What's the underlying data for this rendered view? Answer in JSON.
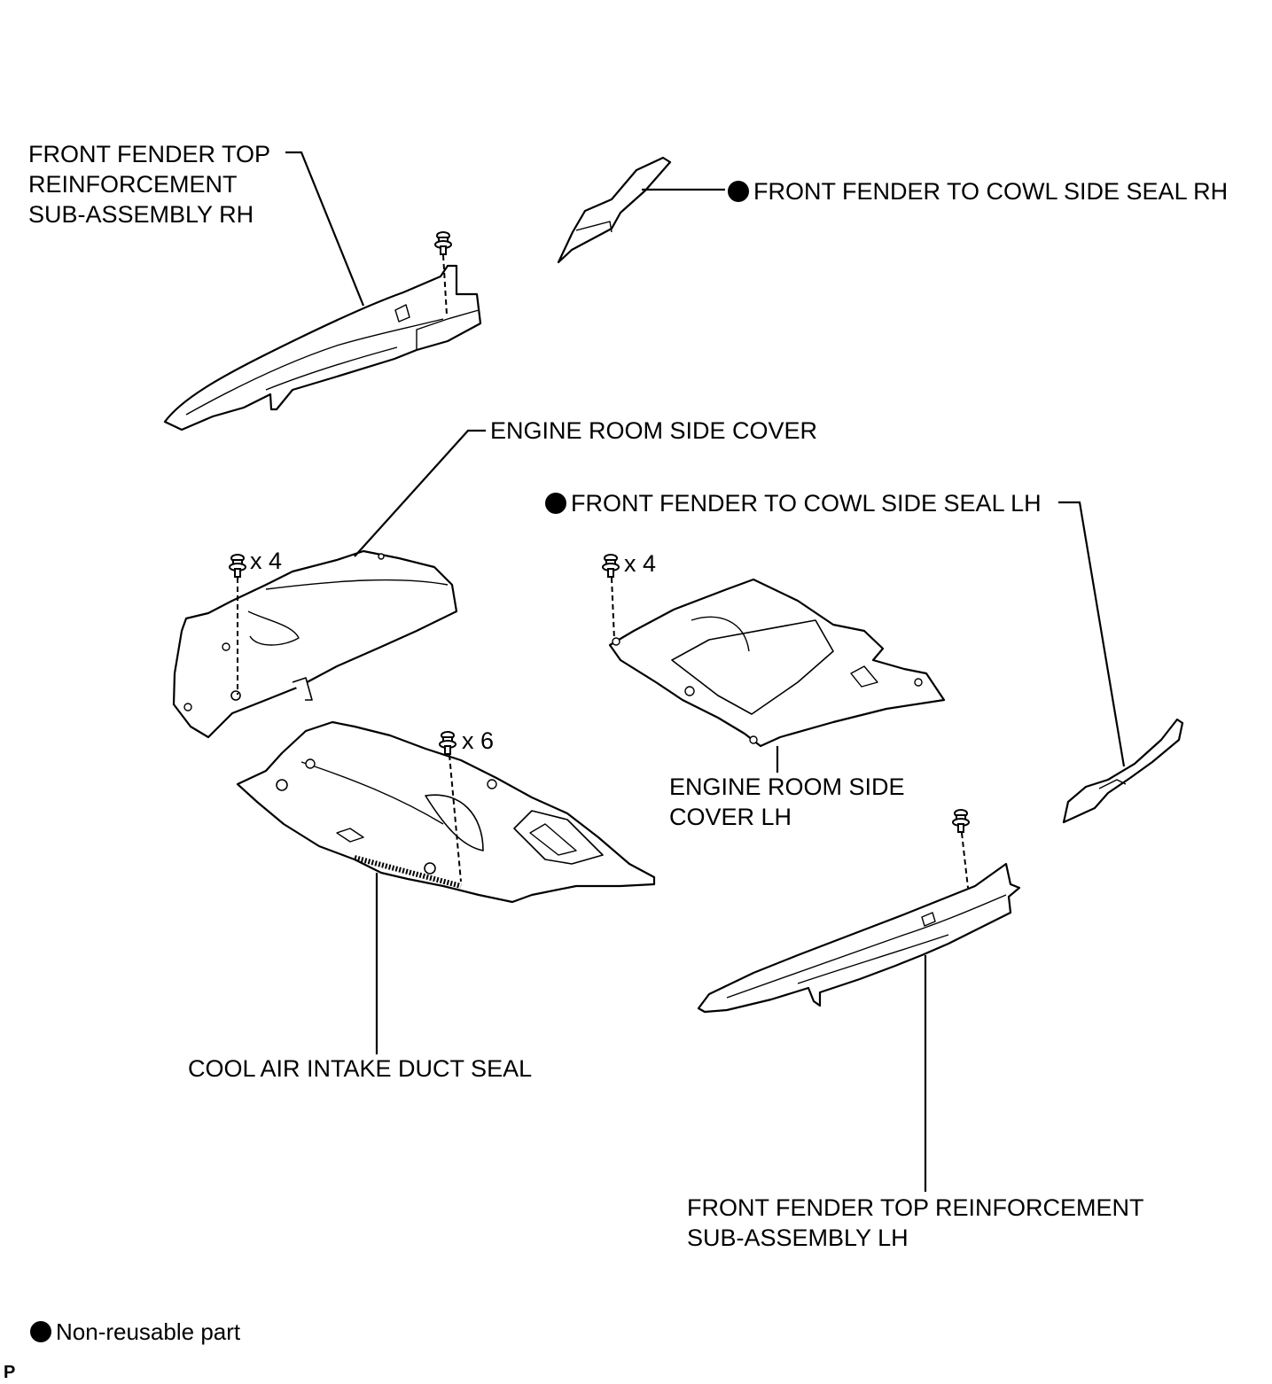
{
  "labels": {
    "fender_top_rh": "FRONT FENDER TOP\nREINFORCEMENT\nSUB-ASSEMBLY RH",
    "cowl_seal_rh": "FRONT FENDER TO COWL SIDE SEAL RH",
    "engine_room_side_cover": "ENGINE ROOM SIDE COVER",
    "cowl_seal_lh": "FRONT FENDER TO COWL SIDE SEAL LH",
    "engine_room_side_cover_lh": "ENGINE ROOM SIDE\nCOVER LH",
    "cool_air_intake_duct_seal": "COOL AIR INTAKE DUCT SEAL",
    "fender_top_lh": "FRONT FENDER TOP REINFORCEMENT\nSUB-ASSEMBLY LH"
  },
  "quantities": {
    "clip_cover": "x 4",
    "clip_cover_lh": "x 4",
    "clip_duct_seal": "x 6"
  },
  "legend": {
    "non_reusable": "Non-reusable part"
  },
  "corner_mark": "P"
}
